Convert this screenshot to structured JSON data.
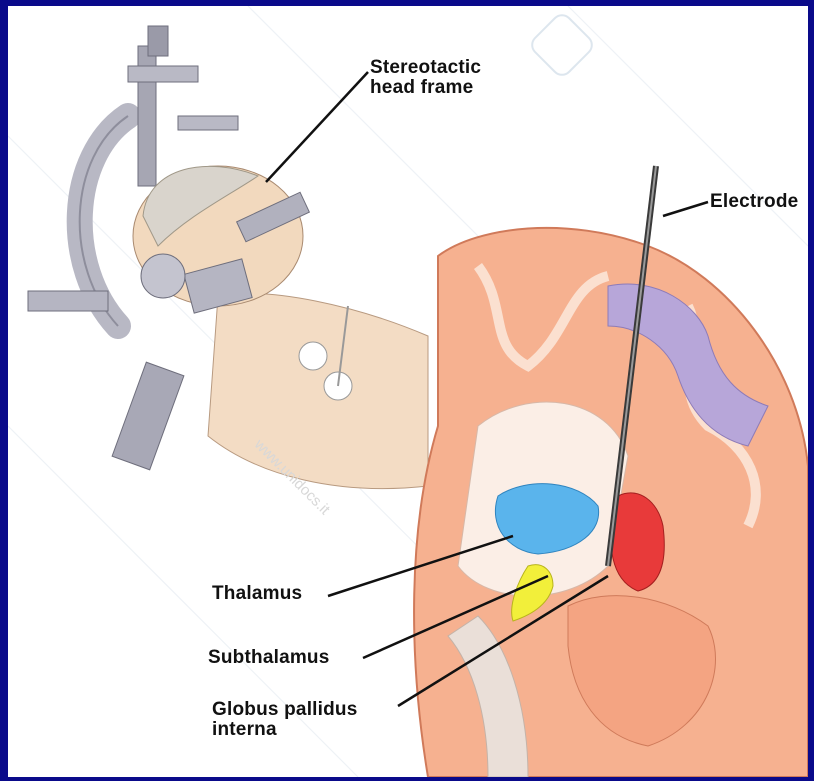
{
  "labels": {
    "head_frame_line1": "Stereotactic",
    "head_frame_line2": "head frame",
    "electrode": "Electrode",
    "thalamus": "Thalamus",
    "subthalamus": "Subthalamus",
    "globus_line1": "Globus pallidus",
    "globus_line2": "interna"
  },
  "watermark": {
    "text": "www.unidocs.it"
  },
  "colors": {
    "border": "#0a0a8a",
    "thalamus": "#5ab4ec",
    "subthalamus": "#f2ef3a",
    "globus_pallidus": "#e83a3a",
    "cortex_purple": "#b7a6d9",
    "brain_orange": "#f2a27a"
  }
}
